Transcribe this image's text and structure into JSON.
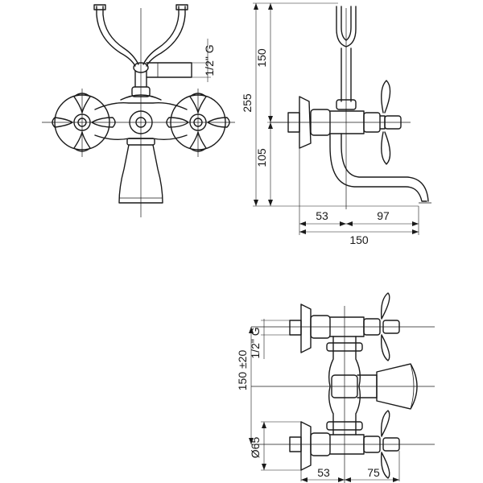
{
  "front_view": {
    "thread_label": "1/2\" G"
  },
  "side_view": {
    "total_height": "255",
    "upper_height": "150",
    "lower_height": "105",
    "wall_offset": "53",
    "spout_reach": "97",
    "total_depth": "150"
  },
  "top_view": {
    "thread_label": "1/2\" G",
    "center_distance": "150 ±20",
    "diameter": "Ø65",
    "wall_offset": "53",
    "handle_reach": "75"
  }
}
